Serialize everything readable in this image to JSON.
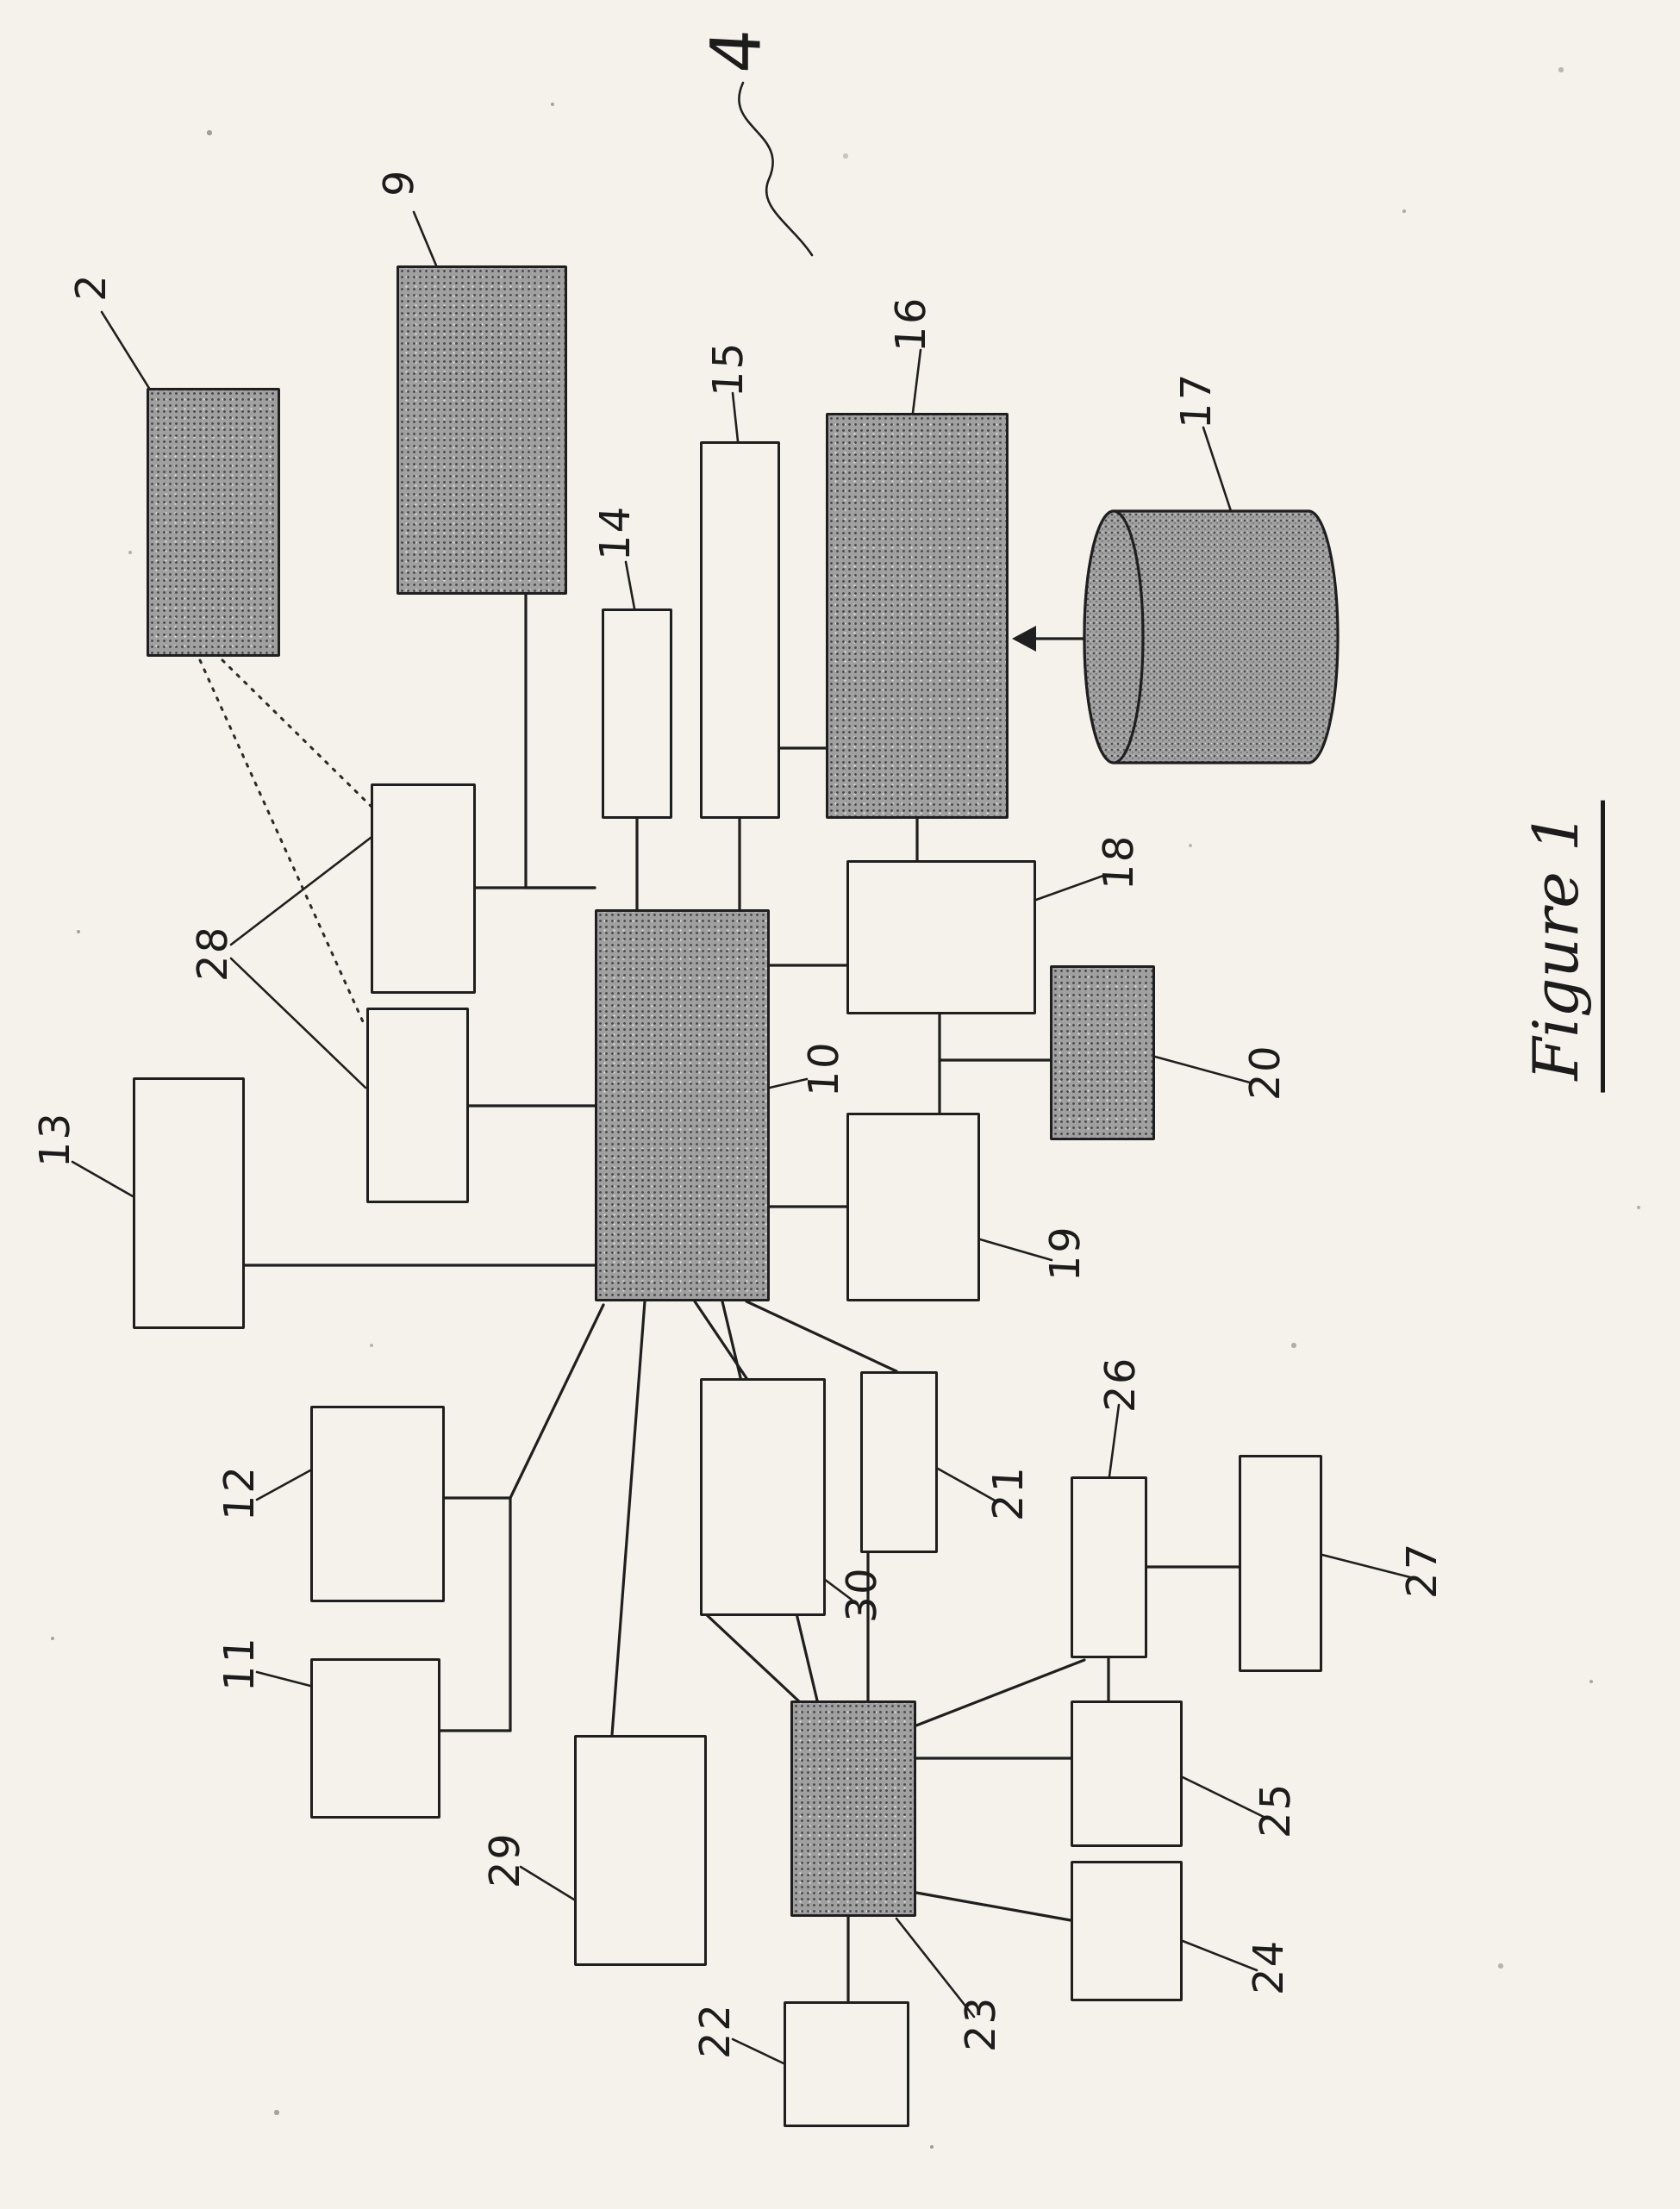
{
  "figure_caption": "Figure 1",
  "system_ref": "4",
  "node_labels": {
    "b2": "2",
    "b9": "9",
    "b10": "10",
    "b11": "11",
    "b12": "12",
    "b13": "13",
    "b14": "14",
    "b15": "15",
    "b16": "16",
    "b17": "17",
    "b18": "18",
    "b19": "19",
    "b20": "20",
    "b21": "21",
    "b22": "22",
    "b23": "23",
    "b24": "24",
    "b25": "25",
    "b26": "26",
    "b27": "27",
    "b28": "28",
    "b29": "29",
    "b30": "30"
  },
  "shaded_nodes": [
    "2",
    "9",
    "10",
    "16",
    "17",
    "20",
    "23"
  ],
  "node_shapes": {
    "b17": "cylinder-database",
    "default": "rectangle"
  },
  "edges": [
    "2-28a(dotted)",
    "2-28b(dotted)",
    "9-10",
    "14-10",
    "15-10",
    "15-16",
    "17-16(double-arrow)",
    "28a-10",
    "28b-10",
    "13-10",
    "10-18",
    "10-19",
    "18-19",
    "18-20",
    "10-29",
    "10-30",
    "10-21",
    "10-23",
    "30-23",
    "21-23",
    "12-10",
    "11-10",
    "23-22",
    "23-25",
    "23-24",
    "23-26",
    "26-25",
    "26-27"
  ],
  "colors": {
    "paper": "#f5f2ec",
    "ink": "#1f1f1f",
    "shade_fill": "#a0a0a0"
  }
}
